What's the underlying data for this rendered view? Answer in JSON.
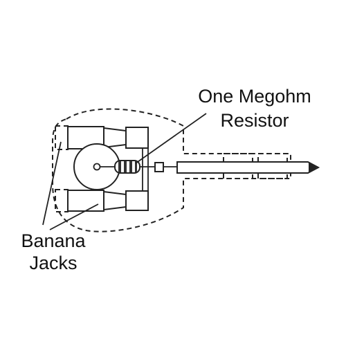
{
  "diagram": {
    "labels": {
      "resistor_line1": "One Megohm",
      "resistor_line2": "Resistor",
      "jacks_line1": "Banana",
      "jacks_line2": "Jacks"
    }
  }
}
